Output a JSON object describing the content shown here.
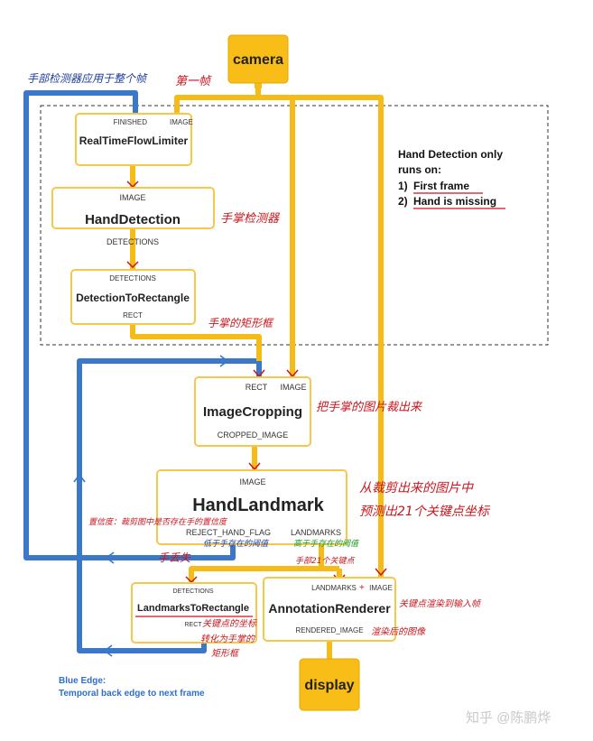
{
  "nodes": {
    "camera": {
      "label": "camera"
    },
    "flow_limiter": {
      "label": "RealTimeFlowLimiter",
      "port_finished": "FINISHED",
      "port_image": "IMAGE"
    },
    "hand_detection": {
      "label": "HandDetection",
      "port_image": "IMAGE",
      "port_detections": "DETECTIONS"
    },
    "detection_to_rect": {
      "label": "DetectionToRectangle",
      "port_detections": "DETECTIONS",
      "port_rect": "RECT"
    },
    "image_cropping": {
      "label": "ImageCropping",
      "port_rect": "RECT",
      "port_image": "IMAGE",
      "port_cropped": "CROPPED_IMAGE"
    },
    "hand_landmark": {
      "label": "HandLandmark",
      "port_image": "IMAGE",
      "port_reject": "REJECT_HAND_FLAG",
      "port_landmarks": "LANDMARKS"
    },
    "landmarks_to_rect": {
      "label": "LandmarksToRectangle",
      "port_detections": "DETECTIONS",
      "port_rect": "RECT"
    },
    "annotation_renderer": {
      "label": "AnnotationRenderer",
      "port_landmarks": "LANDMARKS",
      "port_image": "IMAGE",
      "port_rendered": "RENDERED_IMAGE"
    },
    "display": {
      "label": "display"
    }
  },
  "side_note": {
    "line1": "Hand Detection only",
    "line2": "runs on:",
    "item1_num": "1)",
    "item1": "First frame",
    "item2_num": "2)",
    "item2": "Hand is missing"
  },
  "legend": {
    "line1": "Blue Edge:",
    "line2": "Temporal back edge to next frame"
  },
  "annotations": {
    "hand_detector_whole_frame": "手部检测器应用于整个帧",
    "first_frame": "第一帧",
    "palm_detector": "手掌检测器",
    "palm_rect": "手掌的矩形框",
    "crop_palm": "把手掌的图片裁出来",
    "predict_line1": "从裁剪出来的图片中",
    "predict_line2": "预测出21个关键点坐标",
    "confidence": "置信度：裁剪图中是否存在手的置信度",
    "low_threshold": "低于手存在的阈值",
    "high_threshold": "高于手存在的阈值",
    "hand_lost": "手丢失",
    "keypoints_21": "手部21个关键点",
    "keypoints_render": "关键点渲染到输入帧",
    "rendered_image": "渲染后的图像",
    "kp_coords": "关键点的坐标",
    "to_palm_rect1": "转化为手掌的",
    "to_palm_rect2": "矩形框"
  },
  "watermark": "知乎 @陈鹏烨",
  "colors": {
    "yellow": "#F5BB16",
    "box_border": "#F5C84A",
    "blue": "#3B78C9",
    "red_ink": "#C8161D",
    "green_ink": "#1E9A28",
    "navy_ink": "#1F3C9A",
    "legend_blue": "#2E6FCB"
  }
}
